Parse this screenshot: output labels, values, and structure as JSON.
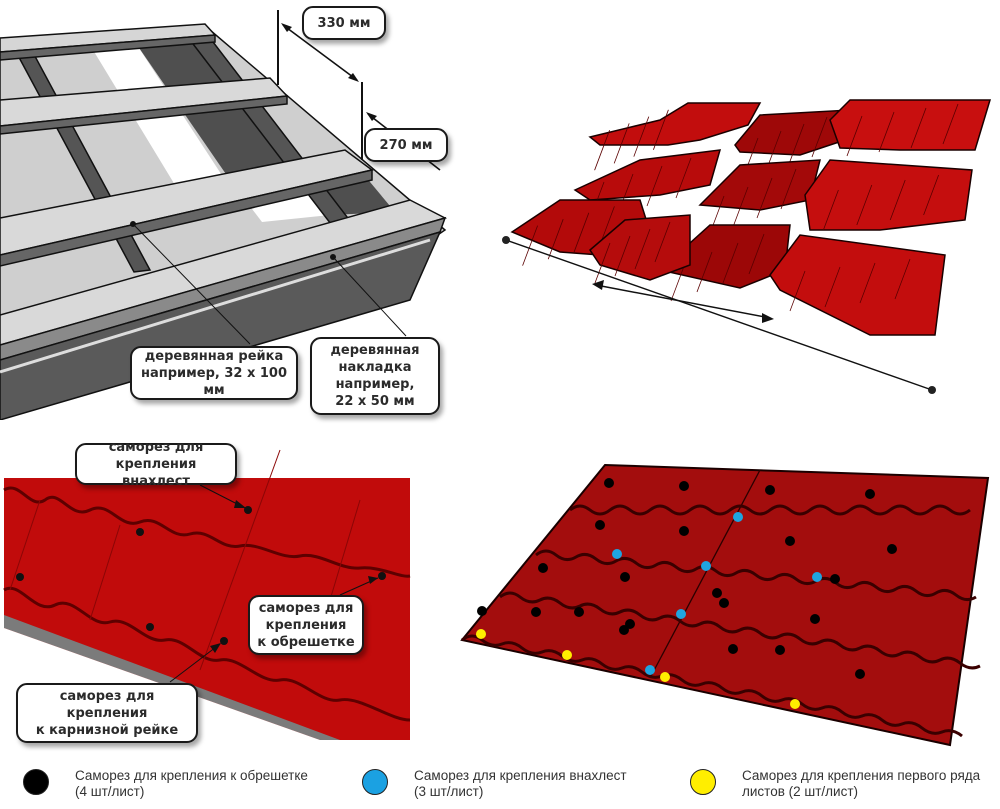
{
  "panel_batten": {
    "dim_top": "330 мм",
    "dim_bottom": "270 мм",
    "label_batten": [
      "деревянная рейка",
      "например, 32 x 100 мм"
    ],
    "label_overlay": [
      "деревянная",
      "накладка",
      "например,",
      "22 x 50 мм"
    ]
  },
  "panel_laying": {
    "description_icon": "double-arrow-icon"
  },
  "panel_closeup": {
    "label_overlap": [
      "саморез для",
      "крепления внахлест"
    ],
    "label_batten_screw": [
      "саморез для",
      "крепления",
      "к обрешетке"
    ],
    "label_eaves_screw": [
      "саморез для",
      "крепления",
      "к карнизной рейке"
    ]
  },
  "panel_scheme": {
    "screw_counts": {
      "black": 22,
      "blue": 6,
      "yellow": 4
    }
  },
  "colors": {
    "tile_red": "#b00a0a",
    "tile_dark": "#7a0505",
    "screw_black": "#000000",
    "screw_blue": "#1fa4e0",
    "screw_yellow": "#ffee00"
  },
  "legend": [
    {
      "color": "#000000",
      "line1": "Саморез для крепления к обрешетке",
      "line2": "(4 шт/лист)"
    },
    {
      "color": "#1ba1e2",
      "line1": "Саморез для крепления внахлест",
      "line2": "(3 шт/лист)"
    },
    {
      "color": "#ffee00",
      "line1": "Саморез для крепления первого ряда",
      "line2": "листов (2 шт/лист)"
    }
  ]
}
